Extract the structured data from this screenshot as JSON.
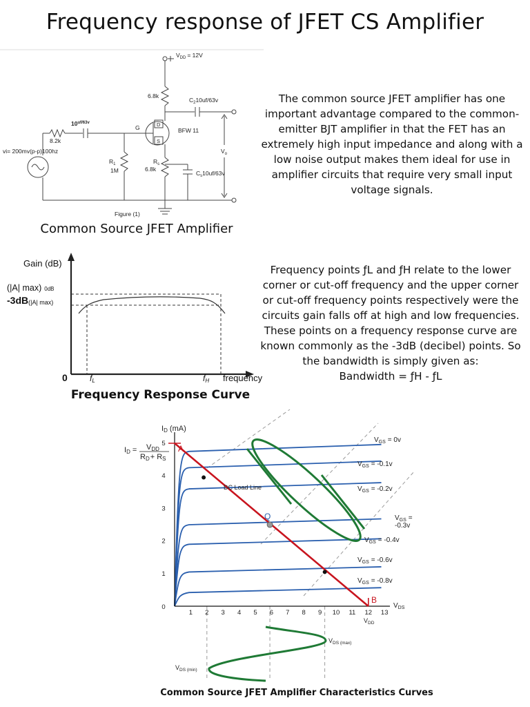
{
  "title": "Frequency response of JFET CS Amplifier",
  "colors": {
    "load_line": "#c8141e",
    "curves": "#2a5fae",
    "signal": "#1f7a35",
    "guide": "#9a9a9a"
  },
  "circuit": {
    "vdd_label": "V",
    "vdd_sub": "DD",
    "vdd_value": "= 12V",
    "rd_label": "6.8k",
    "c2_label": "C",
    "c2_sub": "2",
    "c2_value": "10uf/63v",
    "c1_label": "10",
    "c1_value": "uf/63v",
    "rsig_label": "8.2k",
    "source_label": "vi= 200mv(p-p)100hz",
    "g_label": "G",
    "d_label": "D",
    "s_label": "S",
    "fet_label": "BFW 11",
    "r1_label": "R",
    "r1_sub": "1",
    "r1_value": "1M",
    "rs_label": "R",
    "rs_sub": "s",
    "rs_value": "6.8k",
    "cs_label": "C",
    "cs_sub": "s",
    "cs_value": "10uf/63v",
    "vo_label": "V",
    "vo_sub": "o",
    "figure_label": "Figure (1)",
    "caption": "Common Source JFET Amplifier"
  },
  "paragraph1": "The common source JFET amplifier has one important advantage compared to the common-emitter BJT amplifier in that the FET has an extremely high input impedance and along with a low noise output makes them ideal for use in amplifier circuits that require very small input voltage signals.",
  "freq_plot": {
    "ylabel": "Gain (dB)",
    "max_label": "(|A| max)",
    "max_sub": "0dB",
    "db_label": "-3dB",
    "db_sub": "(|A| max)",
    "origin": "0",
    "fl": "f",
    "fl_sub": "L",
    "fh": "f",
    "fh_sub": "H",
    "xlabel": "frequency",
    "caption": "Frequency Response Curve"
  },
  "paragraph2": [
    "Frequency points ƒL and ƒH relate to the lower",
    "corner or cut-off frequency and the upper corner",
    "or cut-off frequency points respectively were the",
    "circuits gain falls off at high and low frequencies.",
    "These points on a frequency response curve are",
    "known commonly as the -3dB (decibel) points. So",
    "the bandwidth is simply given as:",
    "Bandwidth = ƒH -  ƒL"
  ],
  "char_plot": {
    "ylabel": "I",
    "ylabel_sub": "D",
    "ylabel_unit": " (mA)",
    "id_eq_left": "I",
    "id_eq_left_sub": "D",
    "id_eq_eq": "=",
    "id_num": "V",
    "id_num_sub": "DD",
    "id_den": "R",
    "id_den_sub1": "D",
    "id_den_plus": "+ R",
    "id_den_sub2": "S",
    "point_a": "A",
    "point_b": "B",
    "point_q": "Q",
    "load_line_label": "DC Load Line",
    "xlabel": "V",
    "xlabel_sub": "DS",
    "vdd_label": "V",
    "vdd_sub": "DD",
    "vds_max": "V",
    "vds_max_sub": "DS (max)",
    "vds_min": "V",
    "vds_min_sub": "DS (min)",
    "caption": "Common Source JFET Amplifier Characteristics Curves"
  },
  "chart_data": {
    "type": "line",
    "x_ticks": [
      1,
      2,
      3,
      4,
      5,
      6,
      7,
      8,
      9,
      10,
      11,
      12,
      13
    ],
    "y_ticks": [
      0,
      1,
      2,
      3,
      4,
      5
    ],
    "xlim": [
      0,
      13
    ],
    "ylim": [
      0,
      5
    ],
    "series": [
      {
        "name": "V",
        "sub": "GS",
        "value": "= 0v",
        "saturation": 4.75
      },
      {
        "name": "V",
        "sub": "GS",
        "value": "= -0.1v",
        "saturation": 4.25
      },
      {
        "name": "V",
        "sub": "GS",
        "value": "= -0.2v",
        "saturation": 3.6
      },
      {
        "name": "V",
        "sub": "GS",
        "value": "= -0.3v",
        "saturation": 2.5
      },
      {
        "name": "V",
        "sub": "GS",
        "value": "= -0.4v",
        "saturation": 1.9
      },
      {
        "name": "V",
        "sub": "GS",
        "value": "= -0.6v",
        "saturation": 1.05
      },
      {
        "name": "V",
        "sub": "GS",
        "value": "= -0.8v",
        "saturation": 0.42
      }
    ],
    "load_line": [
      [
        0,
        5
      ],
      [
        12,
        0
      ]
    ],
    "q_point": [
      5.9,
      2.5
    ],
    "load_points": [
      [
        1.8,
        3.95
      ],
      [
        9.3,
        1.05
      ]
    ]
  }
}
